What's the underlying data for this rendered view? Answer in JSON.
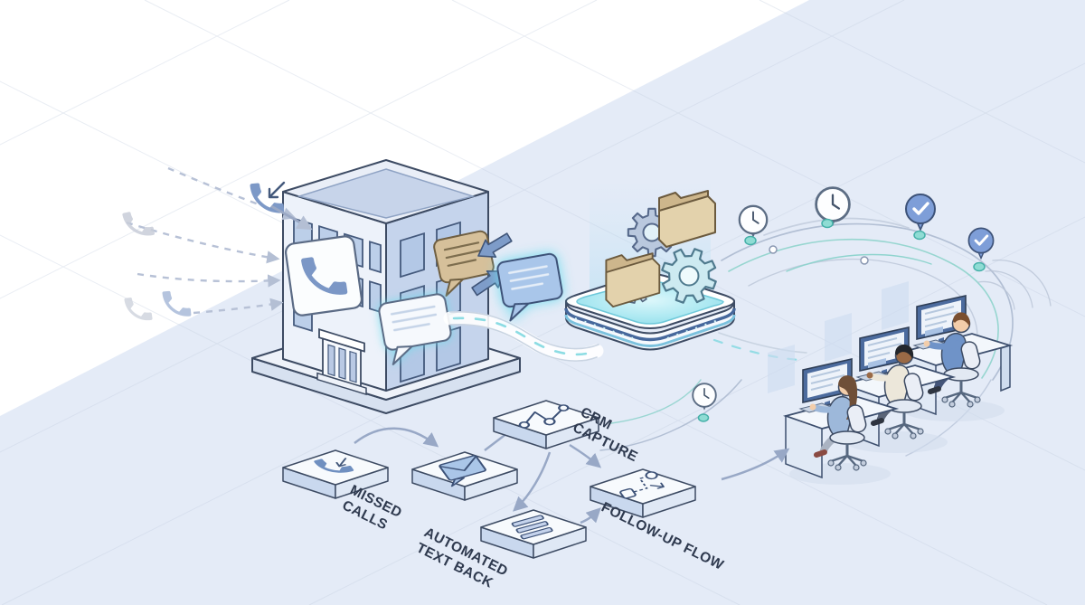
{
  "flow_labels": {
    "missed_calls": {
      "line1": "MISSED",
      "line2": "CALLS"
    },
    "automated_text_back": {
      "line1": "AUTOMATED",
      "line2": "TEXT BACK"
    },
    "crm_capture": {
      "line1": "CRM",
      "line2": "CAPTURE"
    },
    "follow_up_flow": {
      "line1": "FOLLOW-UP FLOW"
    }
  },
  "icons": {
    "incoming_call": "phone-handset-with-incoming-arrow",
    "missed_calls_tile": "phone-handset",
    "automated_text_tile": "envelope-message",
    "crm_capture_tile": "node-graph",
    "notes_tile": "list-lines",
    "follow_up_tile": "flowchart",
    "processing": "gears",
    "records": "folders",
    "schedule": "clock",
    "completed": "checkmark-pin",
    "messages": "chat-bubble"
  },
  "palette": {
    "background_white": "#ffffff",
    "background_blue": "#e4ebf7",
    "outline": "#3d4b63",
    "building_left_face": "#edf2fa",
    "building_right_face": "#c5d4ec",
    "window_fill": "#b3c8e6",
    "accent_blue": "#7e9cc9",
    "glow_cyan": "#8fdeea",
    "teal_dot": "#6fd0c8",
    "folder_tan": "#d9c49e",
    "check_pin": "#7e9ed8",
    "label_text": "#2f3a4f",
    "flow_arrow": "#98a8c6"
  }
}
